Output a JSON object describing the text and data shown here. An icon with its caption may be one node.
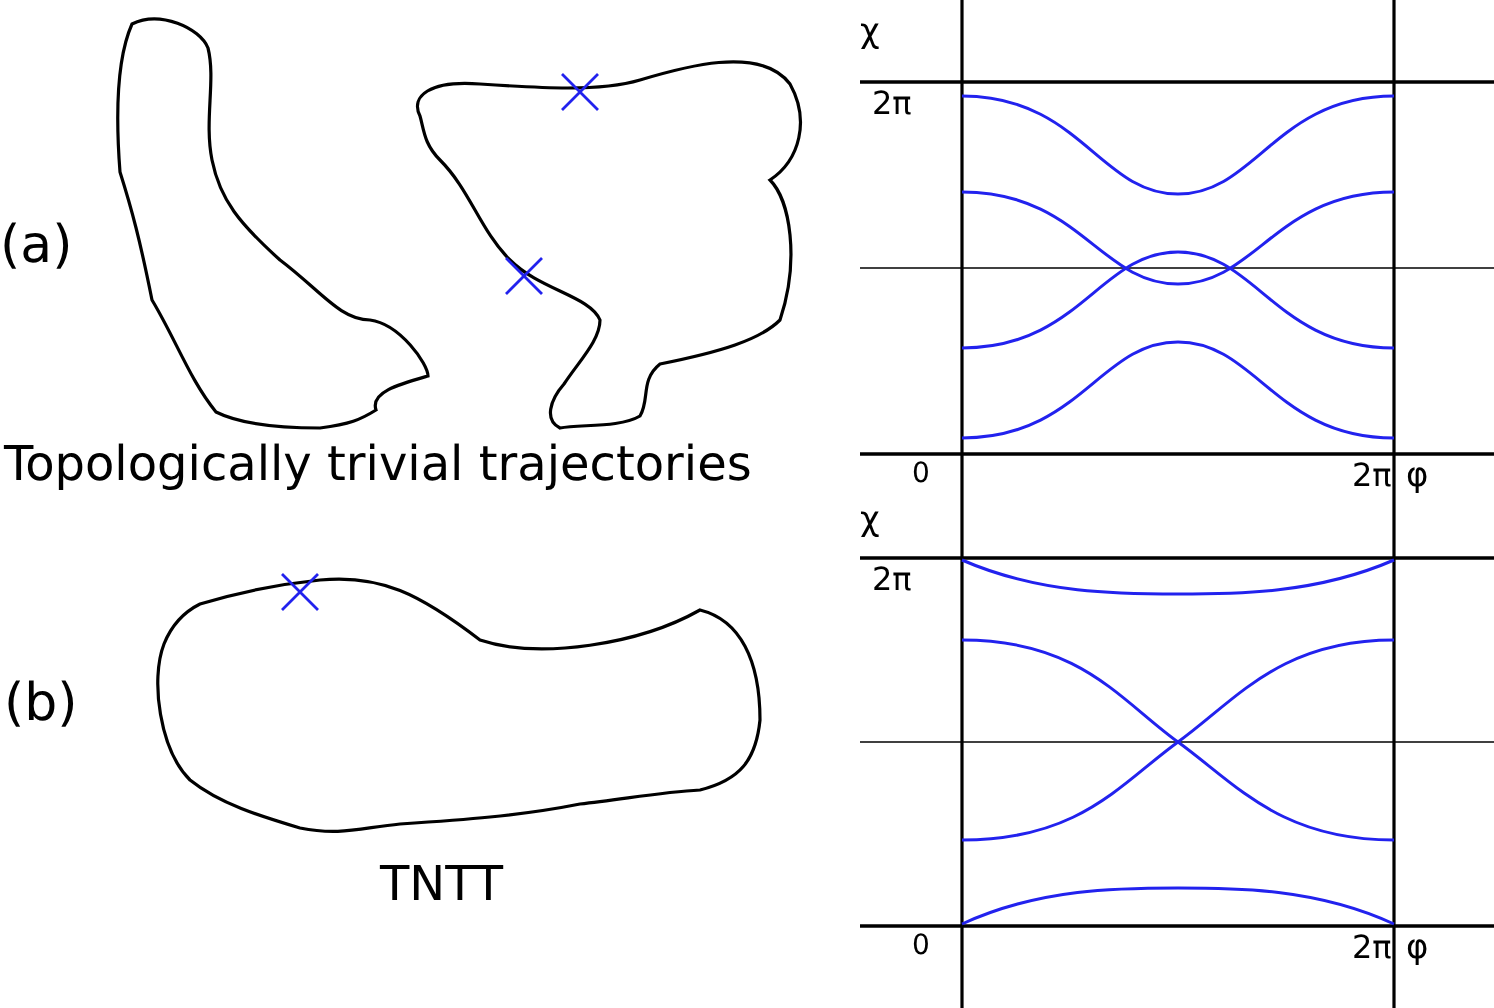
{
  "diagram": {
    "labels": [
      "(a)",
      "Topologically trivial trajectories",
      "(b)",
      "TNTT",
      "χ",
      "2π",
      "0",
      "2π",
      "φ",
      "χ",
      "2π",
      "0",
      "2π",
      "φ"
    ]
  }
}
